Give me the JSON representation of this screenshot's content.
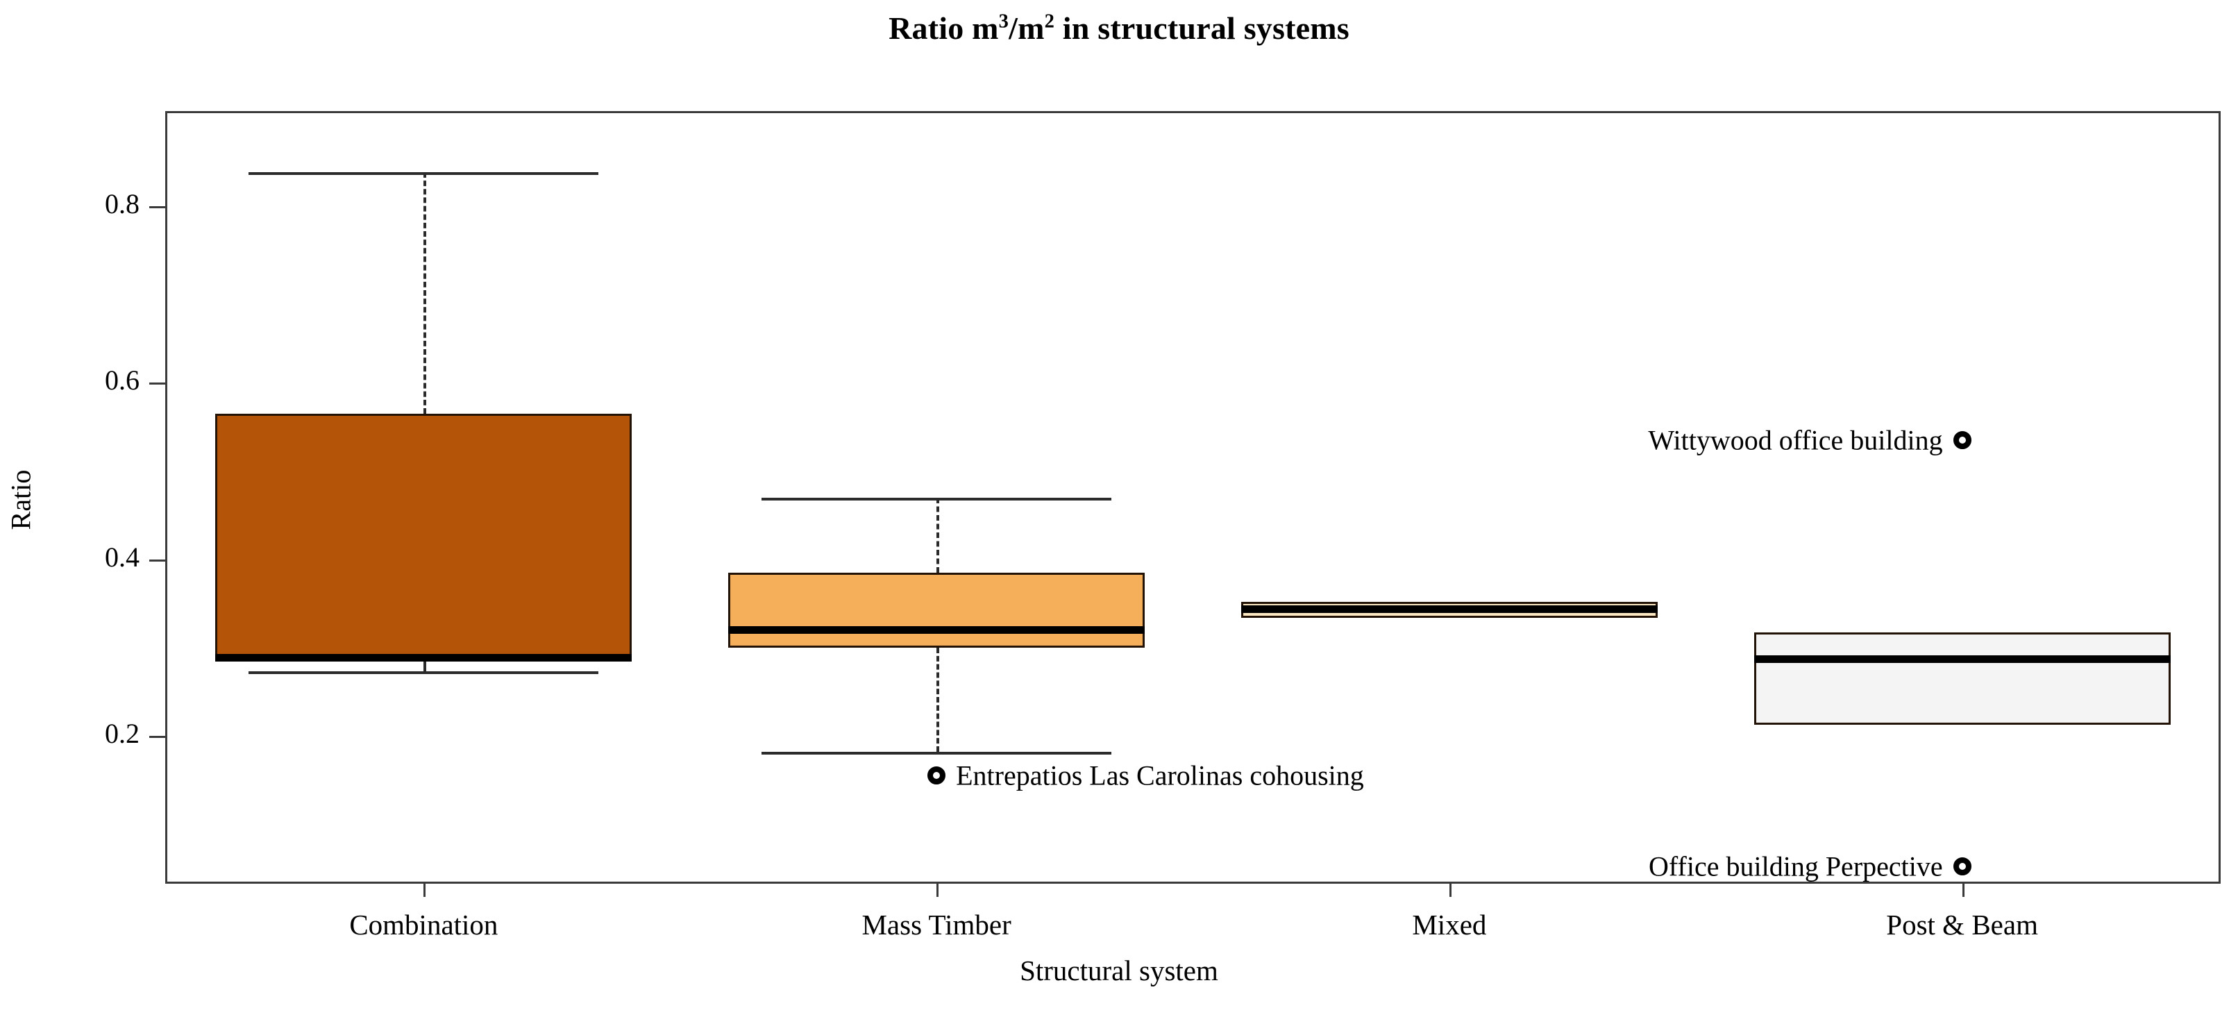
{
  "chart_data": {
    "type": "box",
    "title": "Ratio m³/m² in structural systems",
    "title_main": "Ratio m",
    "title_sup1": "3",
    "title_mid": "/m",
    "title_sup2": "2",
    "title_tail": " in structural systems",
    "xlabel": "Structural system",
    "ylabel": "Ratio",
    "categories": [
      "Combination",
      "Mass Timber",
      "Mixed",
      "Post & Beam"
    ],
    "ytick_labels": [
      "0.2",
      "0.4",
      "0.6",
      "0.8"
    ],
    "ytick_values": [
      0.2,
      0.4,
      0.6,
      0.8
    ],
    "ylim": [
      0.035,
      0.905
    ],
    "grid": false,
    "legend": "none",
    "boxes": [
      {
        "category": "Combination",
        "fill": "#B35408",
        "whisker_high": 0.838,
        "q3": 0.565,
        "median": 0.289,
        "q1": 0.285,
        "whisker_low": 0.273
      },
      {
        "category": "Mass Timber",
        "fill": "#F5AE5A",
        "whisker_high": 0.47,
        "q3": 0.385,
        "median": 0.32,
        "q1": 0.3,
        "whisker_low": 0.182
      },
      {
        "category": "Mixed",
        "fill": "#FCE9C4",
        "whisker_high": 0.352,
        "q3": 0.352,
        "median": 0.344,
        "q1": 0.334,
        "whisker_low": 0.334
      },
      {
        "category": "Post & Beam",
        "fill": "#F4F4F4",
        "whisker_high": 0.317,
        "q3": 0.317,
        "median": 0.287,
        "q1": 0.213,
        "whisker_low": 0.213
      }
    ],
    "annotations": [
      {
        "label": "Wittywood office building",
        "category": "Post & Beam",
        "value": 0.535,
        "label_side": "left",
        "marker": "open-circle"
      },
      {
        "label": "Entrepatios Las Carolinas cohousing",
        "category": "Mass Timber",
        "value": 0.155,
        "label_side": "right",
        "marker": "open-circle"
      },
      {
        "label": "Office building Perpective",
        "category": "Post & Beam",
        "value": 0.052,
        "label_side": "left",
        "marker": "open-circle"
      }
    ],
    "colors": {
      "axis": "#3a3a3a",
      "median": "#000000",
      "whisker": "#2b2b2b",
      "box_border": "#231306",
      "background": "#ffffff"
    }
  }
}
